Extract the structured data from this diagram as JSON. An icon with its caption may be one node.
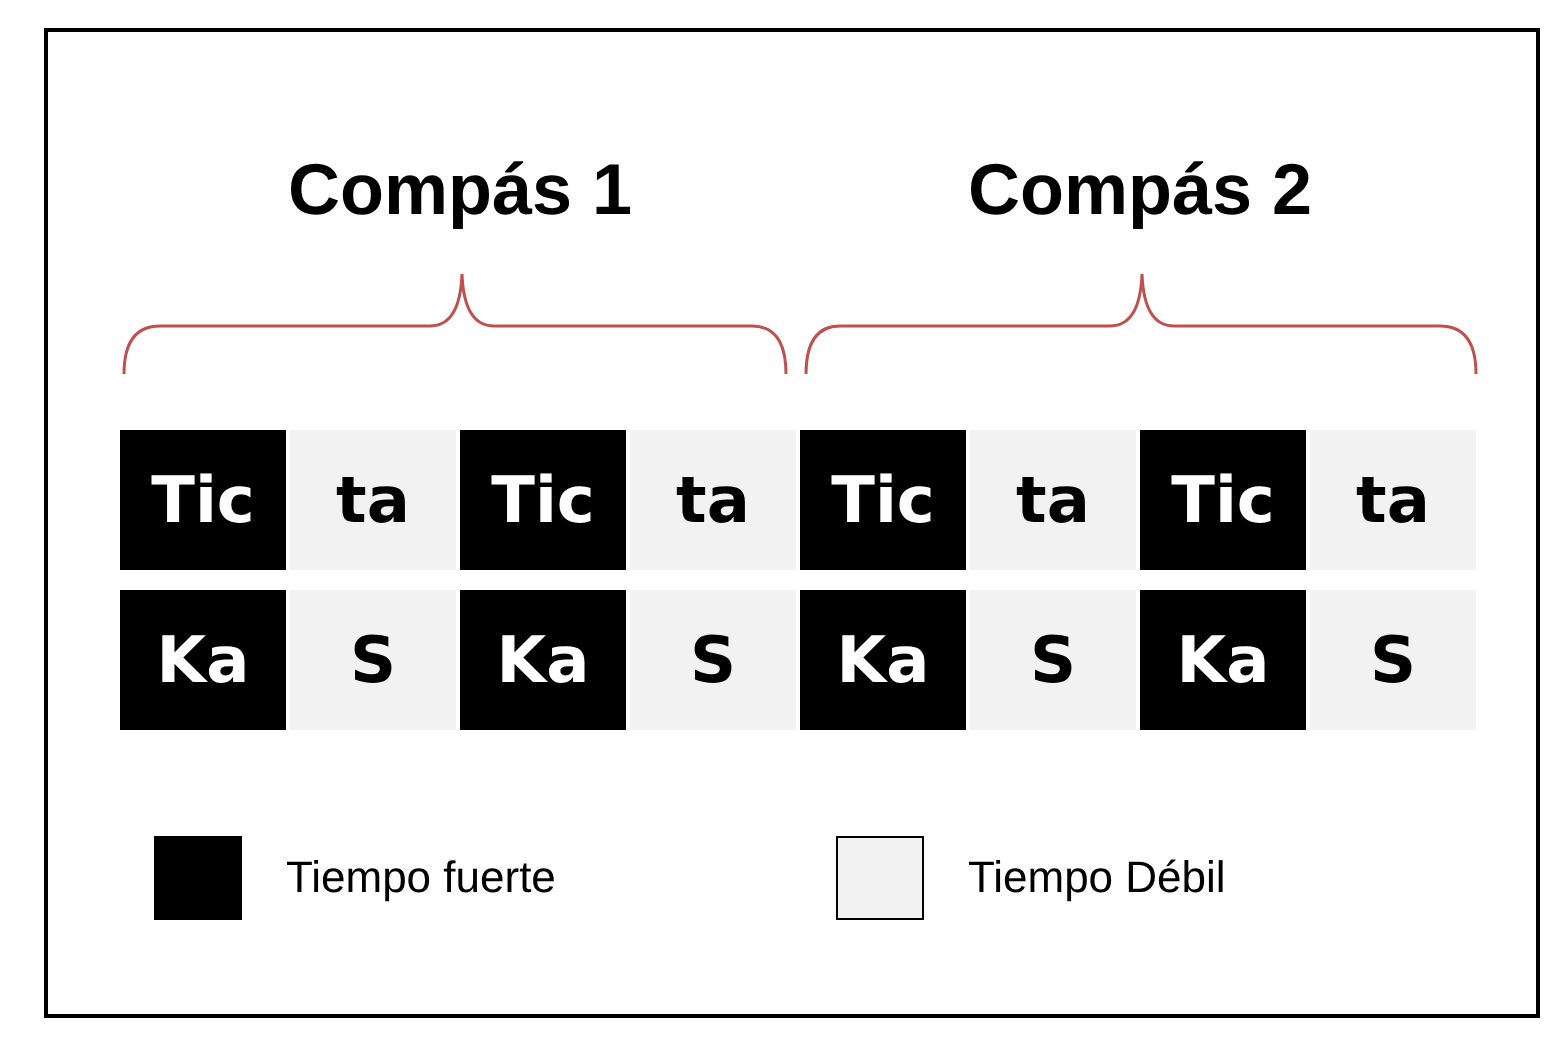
{
  "diagram": {
    "nodes": [
      {
        "text": [
          "Tic"
        ]
      },
      {
        "text": [
          "ta"
        ]
      },
      {
        "text": [
          "Tic"
        ]
      },
      {
        "text": [
          "ta"
        ]
      },
      {
        "text": [
          "Tic"
        ]
      },
      {
        "text": [
          "ta"
        ]
      },
      {
        "text": [
          "Tic"
        ]
      },
      {
        "text": [
          "ta"
        ]
      },
      {
        "text": [
          "Ka"
        ]
      },
      {
        "text": [
          "S"
        ]
      },
      {
        "text": [
          "Ka"
        ]
      },
      {
        "text": [
          "S"
        ]
      },
      {
        "text": [
          "Ka"
        ]
      },
      {
        "text": [
          "S"
        ]
      },
      {
        "text": [
          "Ka"
        ]
      },
      {
        "text": [
          "S"
        ]
      }
    ],
    "labels": [
      "Compás 1",
      "Compás 2"
    ],
    "legend": [
      {
        "text": "Tiempo fuerte",
        "color": "#000000"
      },
      {
        "text": "Tiempo Débil",
        "color": "#f2f2f2"
      }
    ]
  }
}
